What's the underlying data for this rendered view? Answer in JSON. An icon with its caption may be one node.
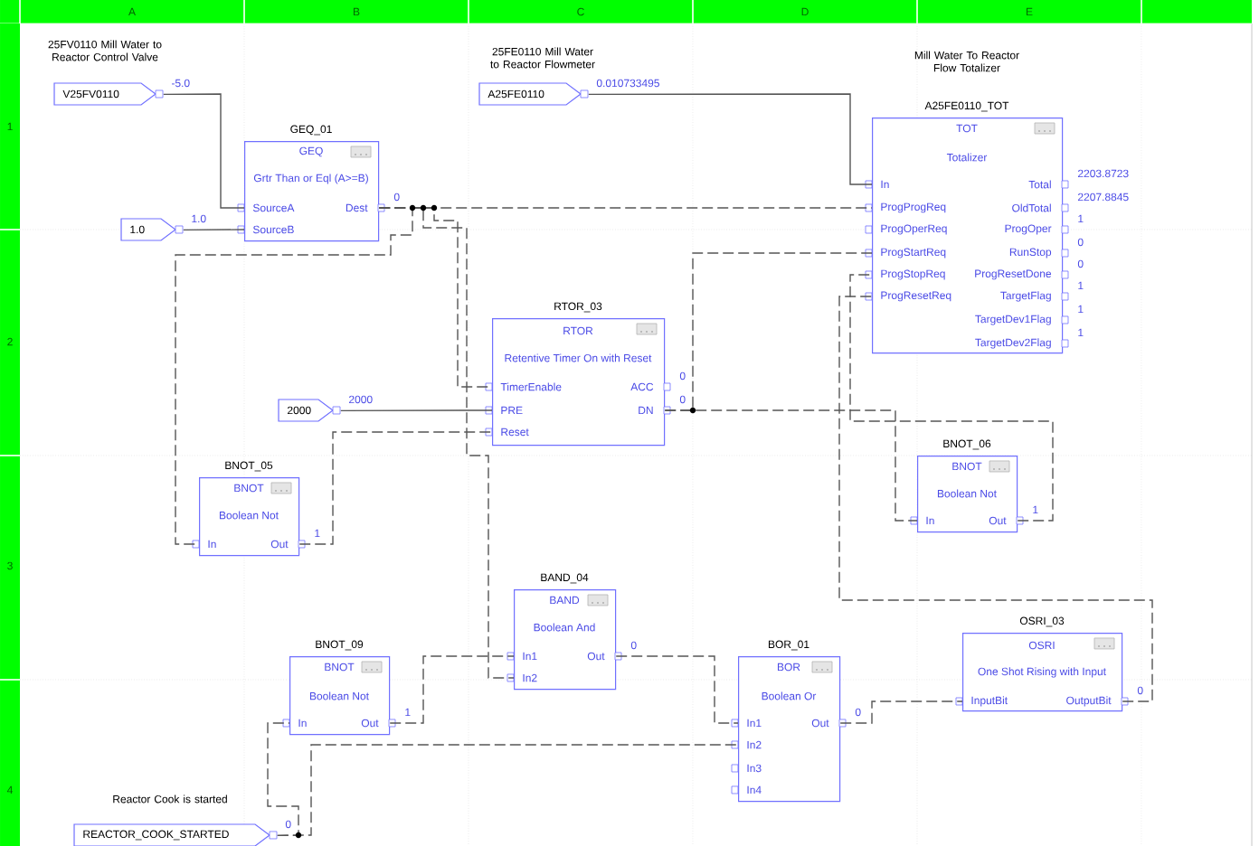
{
  "diagram": {
    "nodes": [
      {
        "text": [
          "25FV0110 Mill Water to Reactor Control Valve",
          "V25FV0110"
        ],
        "beside": [
          "-5.0"
        ]
      },
      {
        "text": [
          "25FE0110 Mill Water to Reactor Flowmeter",
          "A25FE0110"
        ],
        "beside": [
          "0.010733495"
        ]
      },
      {
        "text": [
          "Mill Water To Reactor Flow Totalizer",
          "A25FE0110_TOT",
          "TOT",
          "Totalizer",
          "In",
          "ProgProgReq",
          "ProgOperReq",
          "ProgStartReq",
          "ProgStopReq",
          "ProgResetReq",
          "Total",
          "OldTotal",
          "ProgOper",
          "RunStop",
          "ProgResetDone",
          "TargetFlag",
          "TargetDev1Flag",
          "TargetDev2Flag"
        ],
        "beside": [
          "2203.8723",
          "2207.8845",
          "1",
          "0",
          "0",
          "1",
          "1",
          "1"
        ]
      },
      {
        "text": [
          "GEQ_01",
          "GEQ",
          "Grtr Than or Eql (A>=B)",
          "SourceA",
          "SourceB",
          "Dest"
        ],
        "beside": [
          "0"
        ]
      },
      {
        "text": [
          "1.0"
        ],
        "beside": [
          "1.0"
        ]
      },
      {
        "text": [
          "RTOR_03",
          "RTOR",
          "Retentive Timer On with Reset",
          "TimerEnable",
          "PRE",
          "Reset",
          "ACC",
          "DN"
        ],
        "beside": [
          "0",
          "0"
        ]
      },
      {
        "text": [
          "2000"
        ],
        "beside": [
          "2000"
        ]
      },
      {
        "text": [
          "BNOT_06",
          "BNOT",
          "Boolean Not",
          "In",
          "Out"
        ],
        "beside": [
          "1"
        ]
      },
      {
        "text": [
          "BNOT_05",
          "BNOT",
          "Boolean Not",
          "In",
          "Out"
        ],
        "beside": [
          "1"
        ]
      },
      {
        "text": [
          "BAND_04",
          "BAND",
          "Boolean And",
          "In1",
          "In2",
          "Out"
        ],
        "beside": [
          "0"
        ]
      },
      {
        "text": [
          "OSRI_03",
          "OSRI",
          "One Shot Rising with Input",
          "InputBit",
          "OutputBit"
        ],
        "beside": [
          "0"
        ]
      },
      {
        "text": [
          "BNOT_09",
          "BNOT",
          "Boolean Not",
          "In",
          "Out"
        ],
        "beside": [
          "1"
        ]
      },
      {
        "text": [
          "BOR_01",
          "BOR",
          "Boolean Or",
          "In1",
          "In2",
          "In3",
          "In4",
          "Out"
        ],
        "beside": [
          "0"
        ]
      },
      {
        "text": [
          "Reactor Cook is started",
          "REACTOR_COOK_STARTED"
        ],
        "beside": [
          "0"
        ]
      }
    ],
    "edges": [
      {
        "from": 0,
        "to": 3,
        "arrow": "none"
      },
      {
        "from": 1,
        "to": 2,
        "arrow": "none"
      },
      {
        "from": 4,
        "to": 3,
        "arrow": "none"
      },
      {
        "from": 6,
        "to": 5,
        "arrow": "none"
      },
      {
        "from": 3,
        "to": 2,
        "arrow": "none",
        "style": "dashed"
      },
      {
        "from": 3,
        "to": 5,
        "arrow": "none",
        "style": "dashed"
      },
      {
        "from": 3,
        "to": 9,
        "arrow": "none",
        "style": "dashed"
      },
      {
        "from": 3,
        "to": 8,
        "arrow": "none",
        "style": "dashed"
      },
      {
        "from": 8,
        "to": 5,
        "arrow": "none",
        "style": "dashed"
      },
      {
        "from": 5,
        "to": 2,
        "arrow": "none",
        "style": "dashed"
      },
      {
        "from": 5,
        "to": 7,
        "arrow": "none",
        "style": "dashed"
      },
      {
        "from": 7,
        "to": 2,
        "arrow": "none",
        "style": "dashed"
      },
      {
        "from": 10,
        "to": 2,
        "arrow": "none",
        "style": "dashed"
      },
      {
        "from": 13,
        "to": 11,
        "arrow": "none",
        "style": "dashed"
      },
      {
        "from": 13,
        "to": 12,
        "arrow": "none",
        "style": "dashed"
      },
      {
        "from": 11,
        "to": 9,
        "arrow": "none",
        "style": "dashed"
      },
      {
        "from": 9,
        "to": 12,
        "arrow": "none",
        "style": "dashed"
      },
      {
        "from": 12,
        "to": 10,
        "arrow": "none",
        "style": "dashed"
      }
    ],
    "labels": [
      "A",
      "B",
      "C",
      "D",
      "E",
      "1",
      "2",
      "3",
      "4"
    ]
  }
}
